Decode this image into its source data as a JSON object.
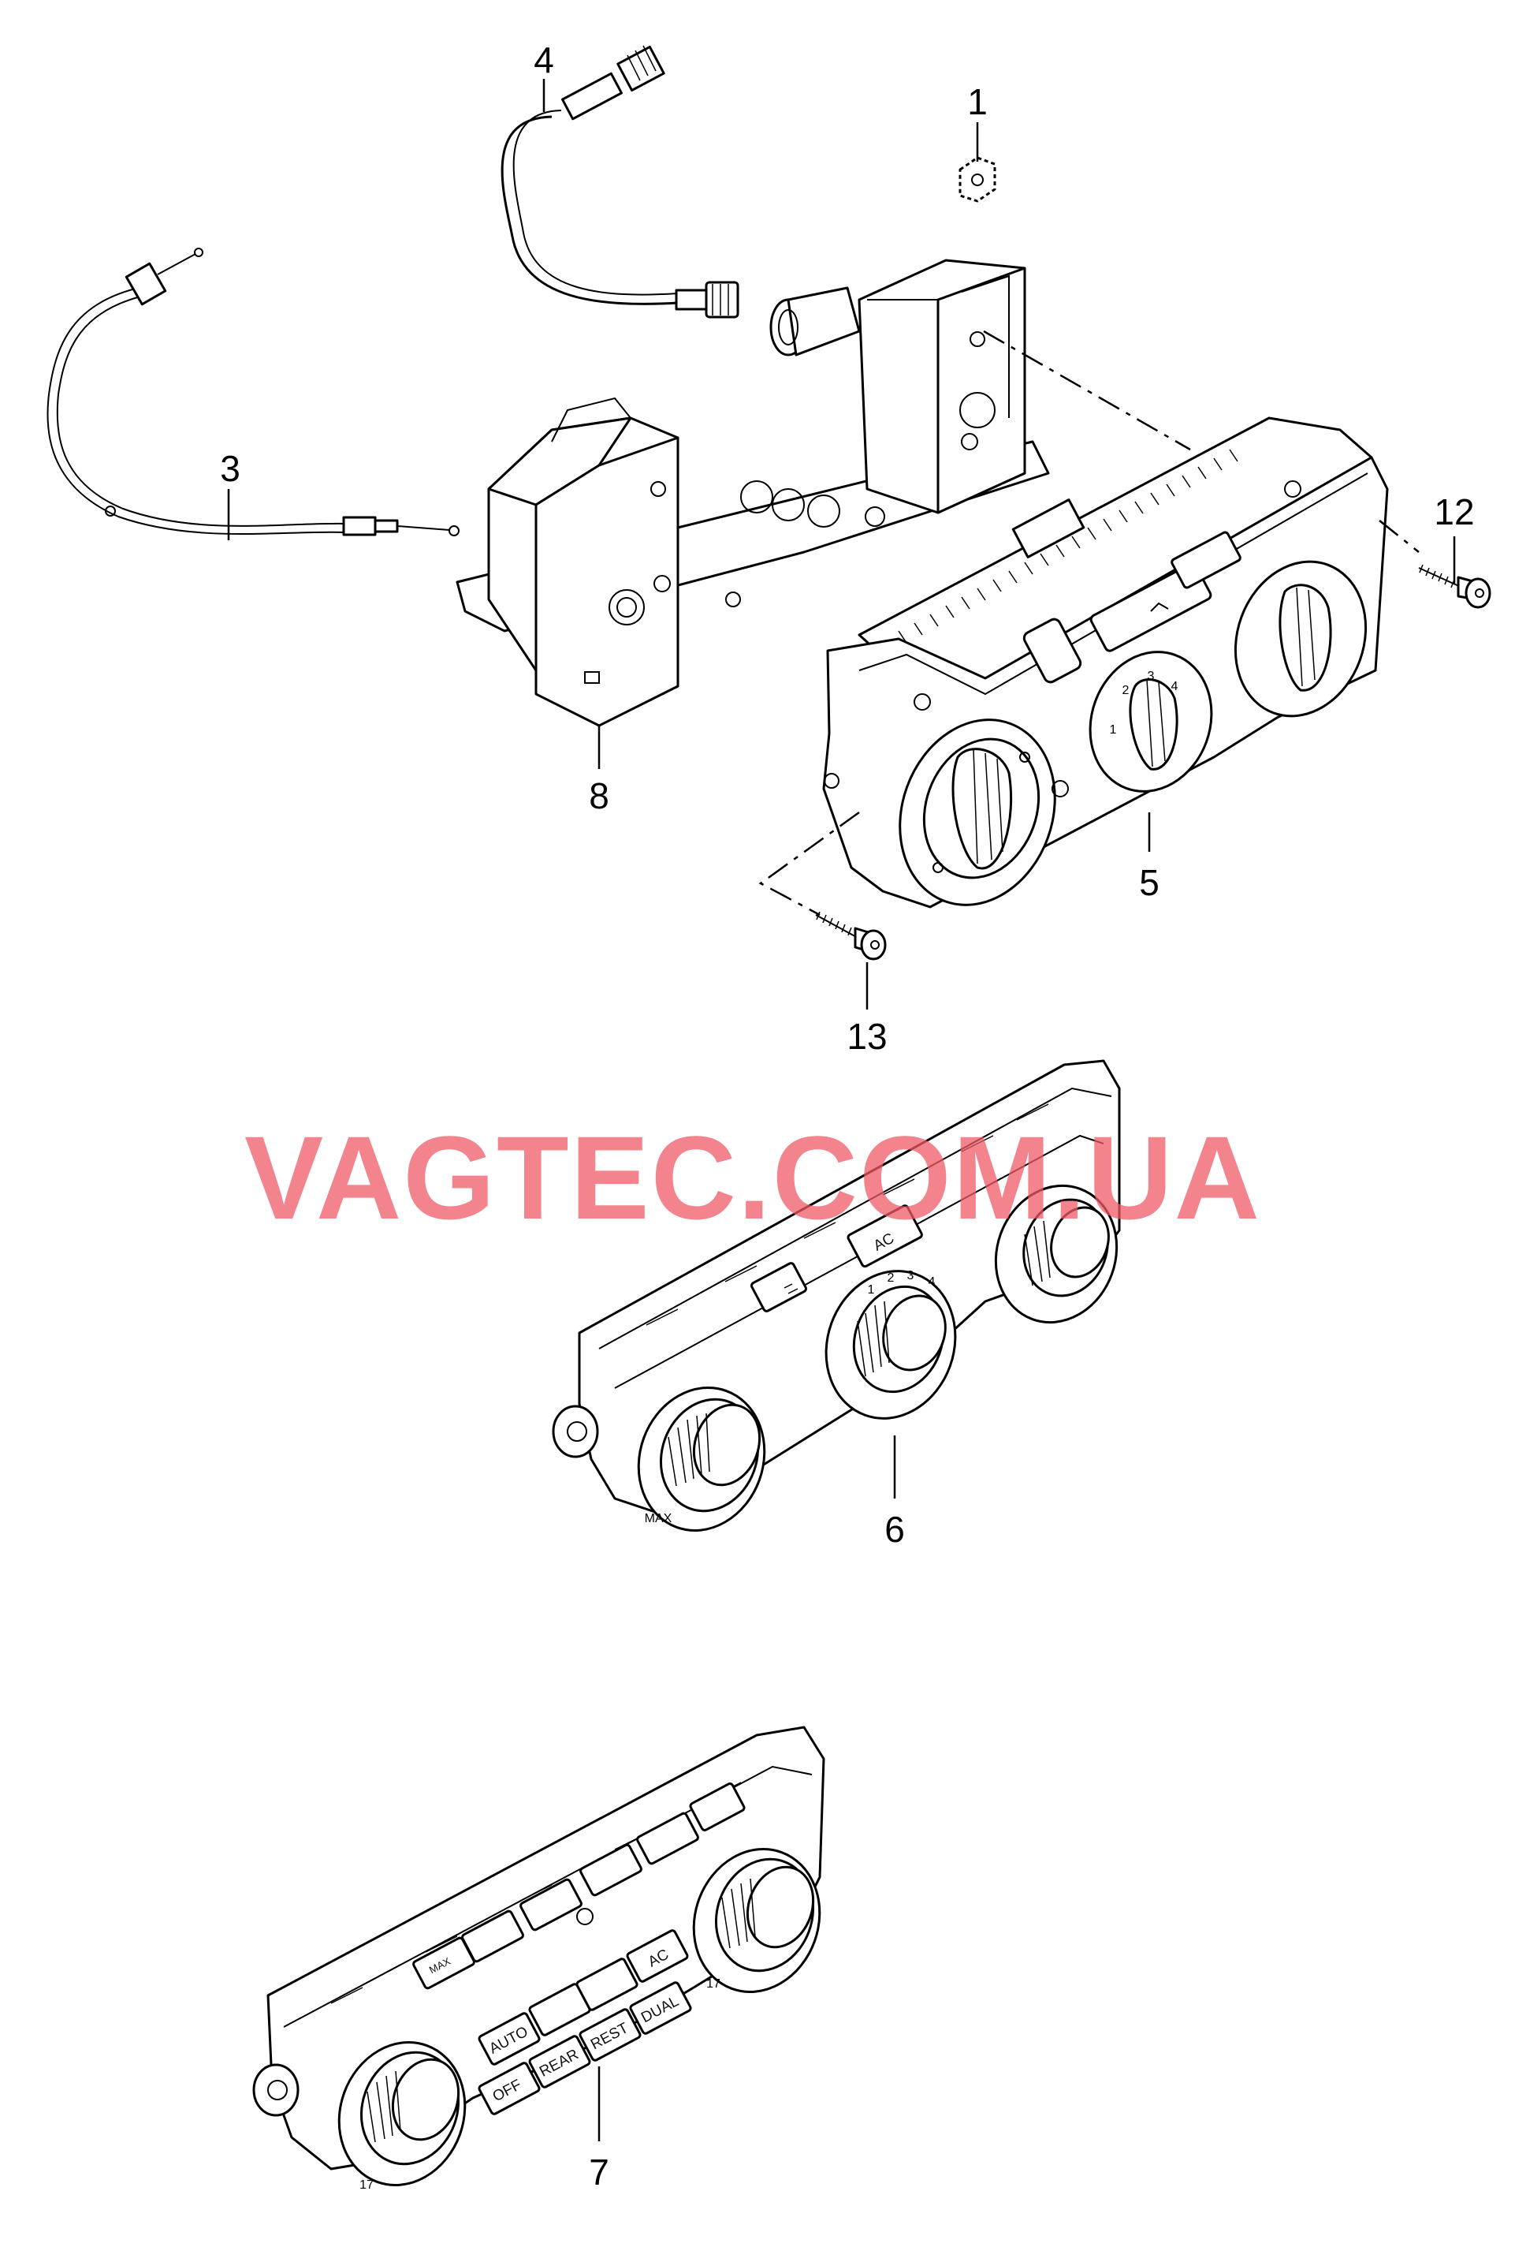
{
  "watermark": "VAGTEC.COM.UA",
  "callouts": [
    {
      "id": "1",
      "label": "1"
    },
    {
      "id": "3",
      "label": "3"
    },
    {
      "id": "4",
      "label": "4"
    },
    {
      "id": "5",
      "label": "5"
    },
    {
      "id": "6",
      "label": "6"
    },
    {
      "id": "7",
      "label": "7"
    },
    {
      "id": "8",
      "label": "8"
    },
    {
      "id": "12",
      "label": "12"
    },
    {
      "id": "13",
      "label": "13"
    }
  ],
  "panel_6_labels": {
    "ac": "AC",
    "fan_scale": [
      "1",
      "2",
      "3",
      "4"
    ],
    "max": "MAX"
  },
  "panel_7_labels": {
    "auto": "AUTO",
    "off": "OFF",
    "rear": "REAR",
    "rest": "REST",
    "dual": "DUAL",
    "ac": "AC",
    "max": "MAX",
    "temp_left": "17",
    "temp_right": "17"
  },
  "colors": {
    "line": "#000000",
    "background": "#ffffff",
    "watermark": "#f05a66"
  }
}
